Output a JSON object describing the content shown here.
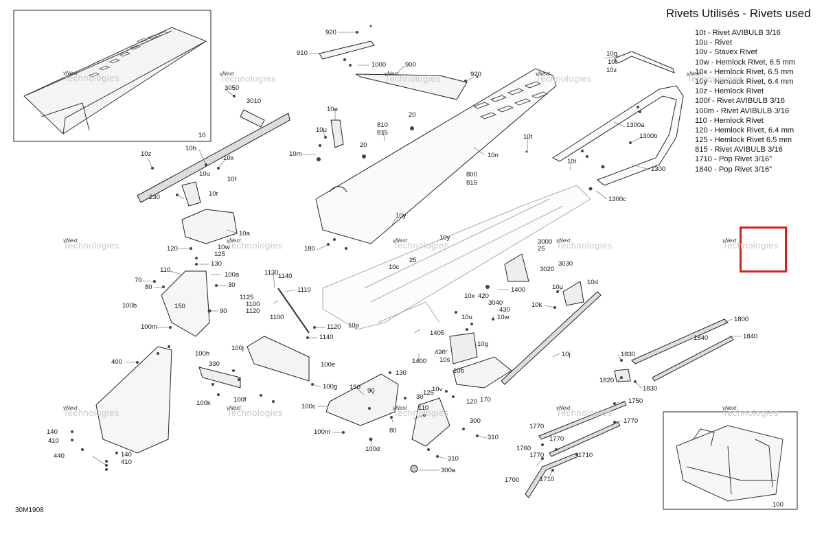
{
  "legend": {
    "title": "Rivets Utilisés - Rivets used",
    "items": [
      "10t - Rivet AVIBULB 3/16",
      "10u - Rivet",
      "10v - Stavex Rivet",
      "10w - Hemlock Rivet, 6.5 mm",
      "10x - Hemlock Rivet, 6.5 mm",
      "10y - Hemlock Rivet, 6.4 mm",
      "10z - Hemlock Rivet",
      "100f - Rivet AVIBULB 3/16",
      "100m - Rivet AVIBULB 3/16",
      "110 - Hemlock Rivet",
      "120 - Hemlock Rivet, 6.4 mm",
      "125 - Hemlock Rivet 6.5 mm",
      "815 - Rivet AVIBULB 3/16",
      "1710 - Pop Rivet 3/16”",
      "1840 - Pop Rivet 3/16”"
    ]
  },
  "diagram_code": "30M1908",
  "insets": {
    "left_label": "10",
    "right_label": "100"
  },
  "watermark": {
    "line1": "vNext",
    "line2": "Technologies"
  },
  "callouts": {
    "c920a": "920",
    "c910": "910",
    "c1000": "1000",
    "c900": "900",
    "c920b": "920",
    "c3050": "3050",
    "c3010": "3010",
    "c10e": "10e",
    "c20a": "20",
    "c10u_a": "10u",
    "c810": "810",
    "c815a": "815",
    "c20b": "20",
    "c10m": "10m",
    "c10n": "10n",
    "c10z": "10z",
    "c10h": "10h",
    "c10x_a": "10x",
    "c10u_b": "10u",
    "c10f": "10f",
    "c230": "230",
    "c10r": "10r",
    "c10t_a": "10t",
    "c800": "800",
    "c815b": "815",
    "c10q": "10q",
    "c10t_b": "10t",
    "c10z_b": "10z",
    "c1300a": "1300a",
    "c1300b": "1300b",
    "c1300": "1300",
    "c10t_c": "10t",
    "c1300c": "1300c",
    "c10a": "10a",
    "c10y_a": "10y",
    "c120a": "120",
    "c10w_a": "10w",
    "c125a": "125",
    "c180": "180",
    "c10y_b": "10y",
    "c130a": "130",
    "c110a": "110",
    "c100a": "100a",
    "c70": "70",
    "c80a": "80",
    "c30a": "30",
    "c150a": "150",
    "c100b": "100b",
    "c90a": "90",
    "c100m_a": "100m",
    "c1130": "1130",
    "c1140a": "1140",
    "c1110": "1110",
    "c1125": "1125",
    "c1100a": "1100",
    "c1120a": "1120",
    "c1100b": "1100",
    "c1120b": "1120",
    "c1140b": "1140",
    "c10c": "10c",
    "c25a": "25",
    "c3000": "3000",
    "c25b": "25",
    "c3020": "3020",
    "c3030": "3030",
    "c1400a": "1400",
    "c10u_c": "10u",
    "c10d": "10d",
    "c10k": "10k",
    "c10x_b": "10x",
    "c420a": "420",
    "c3040": "3040",
    "c10u_d": "10u",
    "c430": "430",
    "c10w_b": "10w",
    "c10p": "10p",
    "c1405": "1405",
    "c10g": "10g",
    "c420b": "420",
    "c10s": "10s",
    "c1400b": "1400",
    "c10j": "10j",
    "c1800": "1800",
    "c1840a": "1840",
    "c1840b": "1840",
    "c400": "400",
    "c100h": "100h",
    "c100j": "100j",
    "c330": "330",
    "c100e": "100e",
    "c130b": "130",
    "c10b": "10b",
    "c1830a": "1830",
    "c1820": "1820",
    "c1830b": "1830",
    "c100g": "100g",
    "c150b": "150",
    "c90b": "90",
    "c10v": "10v",
    "c125b": "125",
    "c30b": "30",
    "c120b": "120",
    "c170": "170",
    "c1750": "1750",
    "c1770a": "1770",
    "c100k": "100k",
    "c100f": "100f",
    "c100c": "100c",
    "c110b": "110",
    "c300": "300",
    "c80b": "80",
    "c1770b": "1770",
    "c1770c": "1770",
    "c140a": "140",
    "c410a": "410",
    "c100m_b": "100m",
    "c310a": "310",
    "c1760": "1760",
    "c1770d": "1770",
    "c1710a": "1710",
    "c100d": "100d",
    "c310b": "310",
    "c440": "440",
    "c140b": "140",
    "c410b": "410",
    "c300a": "300a",
    "c1700": "1700",
    "c1710b": "1710"
  }
}
